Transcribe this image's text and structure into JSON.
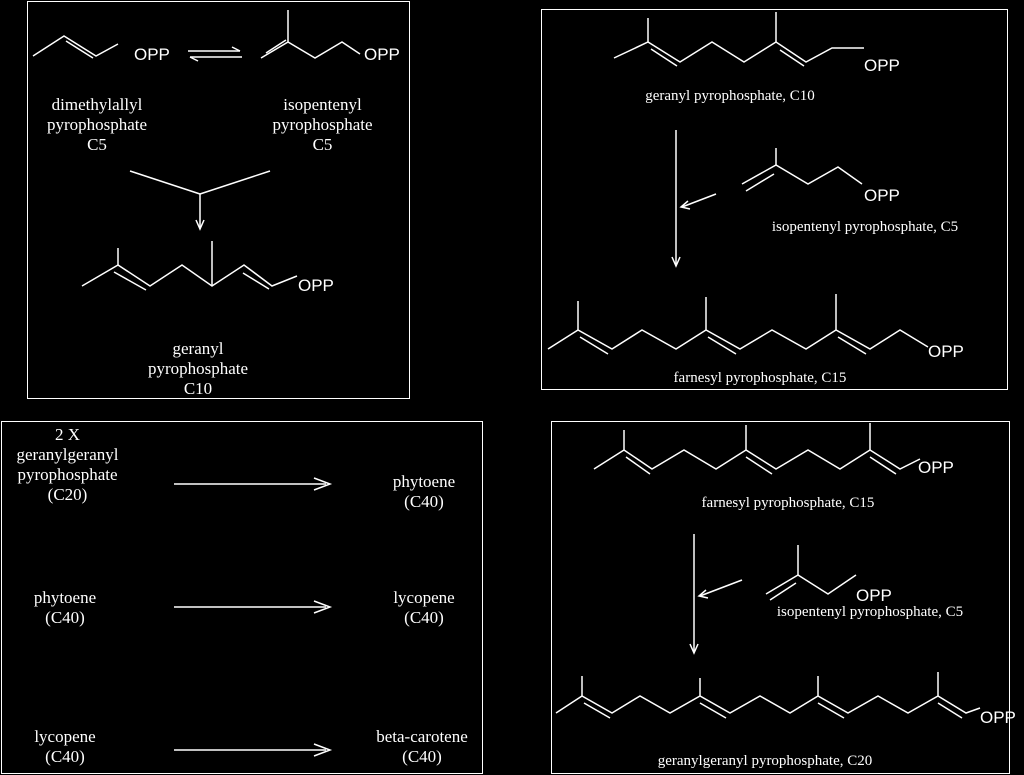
{
  "panel1": {
    "dmapp_label": [
      "dimethylallyl",
      "pyrophosphate",
      "C5"
    ],
    "ipp_label": [
      "isopentenyl",
      "pyrophosphate",
      "C5"
    ],
    "gpp_label": [
      "geranyl",
      "pyrophosphate",
      "C10"
    ],
    "group": "OPP"
  },
  "panel2": {
    "top_label": "geranyl  pyrophosphate, C10",
    "ipp_label": "isopentenyl pyrophosphate, C5",
    "bottom_label": "farnesyl  pyrophosphate, C15",
    "group": "OPP"
  },
  "panel3": {
    "rows": [
      {
        "left": [
          "2 X",
          "geranylgeranyl",
          "pyrophosphate",
          "(C20)"
        ],
        "right": [
          "phytoene",
          "(C40)"
        ]
      },
      {
        "left": [
          "phytoene",
          "(C40)"
        ],
        "right": [
          "lycopene",
          "(C40)"
        ]
      },
      {
        "left": [
          "lycopene",
          "(C40)"
        ],
        "right": [
          "beta-carotene",
          "(C40)"
        ]
      }
    ]
  },
  "panel4": {
    "top_label": "farnesyl  pyrophosphate, C15",
    "ipp_label": "isopentenyl pyrophosphate, C5",
    "bottom_label": "geranylgeranyl pyrophosphate, C20",
    "group": "OPP"
  }
}
